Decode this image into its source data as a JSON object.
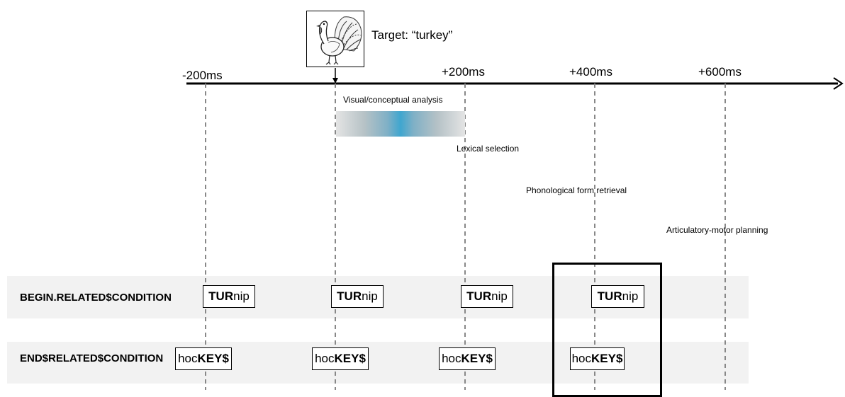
{
  "target": {
    "image_icon": "turkey-drawing",
    "label": "Target: “turkey”"
  },
  "timeline": {
    "ticks": [
      "-200ms",
      "+200ms",
      "+400ms",
      "+600ms"
    ]
  },
  "processes": {
    "visual": "Visual/conceptual analysis",
    "lexical": "Lexical selection",
    "phonological": "Phonological form retrieval",
    "articulatory": "Articulatory-motor planning"
  },
  "conditions": {
    "begin": {
      "label": "BEGIN.RELATED$CONDITION",
      "prefix_bold": "TUR",
      "suffix": "nip"
    },
    "end": {
      "label": "END$RELATED$CONDITION",
      "prefix": "hoc",
      "suffix_bold": "KEY$"
    }
  },
  "colors": {
    "bar_accent": "#3fa6cf",
    "band": "#f2f2f2",
    "dash": "#888888"
  }
}
